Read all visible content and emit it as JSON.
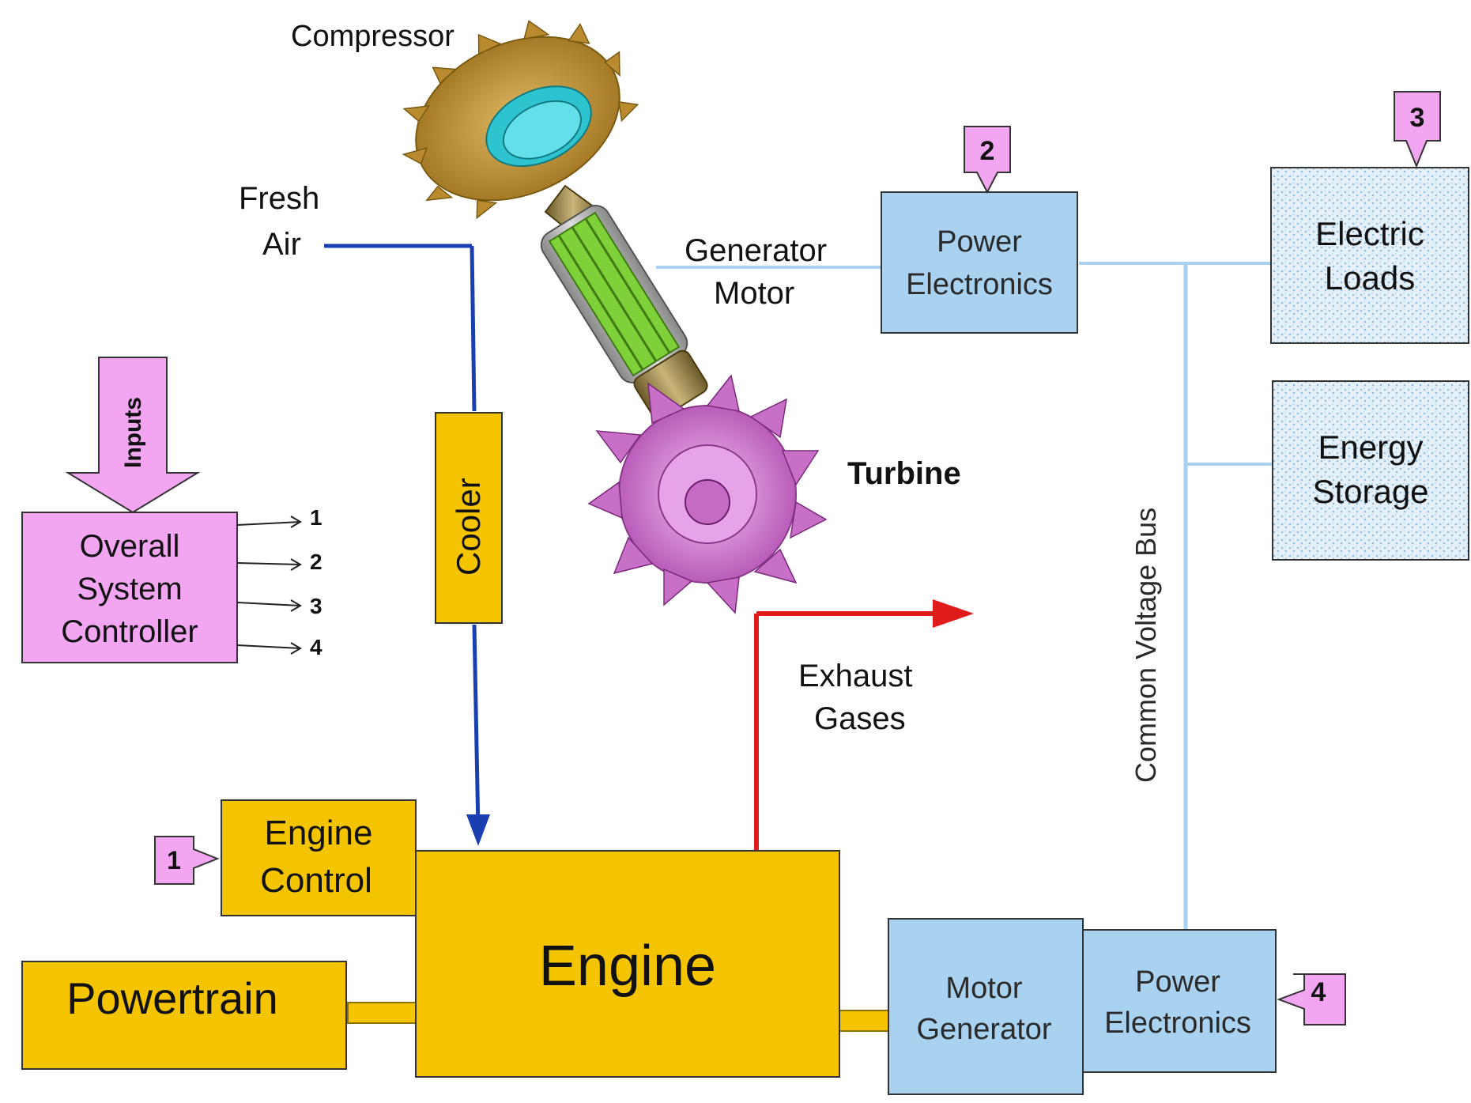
{
  "labels": {
    "compressor": "Compressor",
    "fresh_air_1": "Fresh",
    "fresh_air_2": "Air",
    "generator_motor_1": "Generator",
    "generator_motor_2": "Motor",
    "turbine": "Turbine",
    "cooler": "Cooler",
    "exhaust_1": "Exhaust",
    "exhaust_2": "Gases",
    "common_bus": "Common Voltage Bus",
    "inputs": "Inputs",
    "controller_1": "Overall",
    "controller_2": "System",
    "controller_3": "Controller",
    "out_1": "1",
    "out_2": "2",
    "out_3": "3",
    "out_4": "4",
    "engine_control_1": "Engine",
    "engine_control_2": "Control",
    "engine": "Engine",
    "powertrain": "Powertrain",
    "pe_top_1": "Power",
    "pe_top_2": "Electronics",
    "electric_loads_1": "Electric",
    "electric_loads_2": "Loads",
    "energy_storage_1": "Energy",
    "energy_storage_2": "Storage",
    "motor_gen_1": "Motor",
    "motor_gen_2": "Generator",
    "pe_bottom_1": "Power",
    "pe_bottom_2": "Electronics",
    "marker_1": "1",
    "marker_2": "2",
    "marker_3": "3",
    "marker_4": "4"
  },
  "colors": {
    "engine_yellow": "#f5c400",
    "electric_blue": "#a9d1f0",
    "controller_pink": "#f2a6f2",
    "air_line": "#1a3fb0",
    "exhaust_line": "#e01b1b",
    "bus_line": "#a9d1f0",
    "compressor_gold": "#c99a3a",
    "turbine_purple": "#d68ad6"
  }
}
